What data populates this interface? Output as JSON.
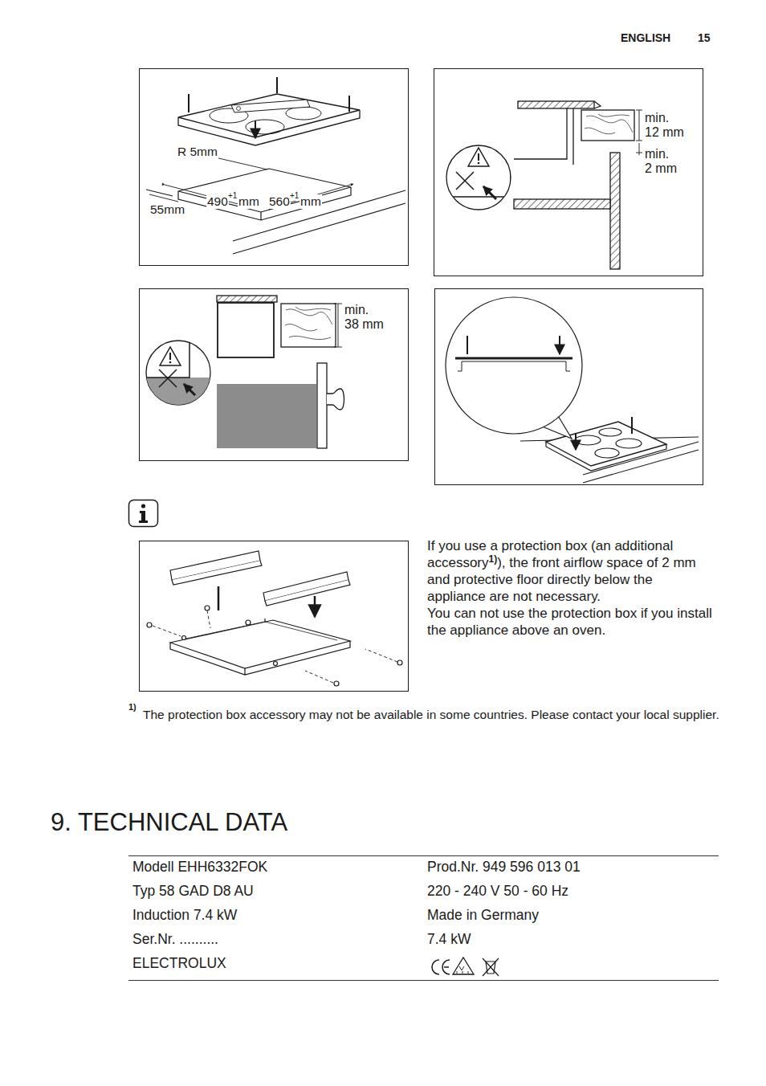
{
  "diagram": {
    "title": "9. TECHNICAL DATA",
    "labels": [
      "ENGLISH",
      "15",
      "R 5mm",
      "55mm",
      "490",
      "+1",
      "mm",
      "560",
      "+1",
      "mm",
      "min. 12 mm",
      "min. 2 mm",
      "min. 38 mm",
      "If you use a protection box (an additional accessory",
      "1)",
      "), the front airflow space of 2 mm and protective floor directly below the appliance are not necessary.",
      "You can not use the protection box if you install the appliance above an oven.",
      "1)",
      "The protection box accessory may not be available in some countries. Please contact your local supplier.",
      "Modell EHH6332FOK",
      "Prod.Nr. 949 596 013 01",
      "Typ 58 GAD D8 AU",
      "220 - 240 V 50 - 60 Hz",
      "Induction 7.4 kW",
      "Made in Germany",
      "Ser.Nr. ..........",
      "7.4 kW",
      "ELECTROLUX"
    ]
  }
}
